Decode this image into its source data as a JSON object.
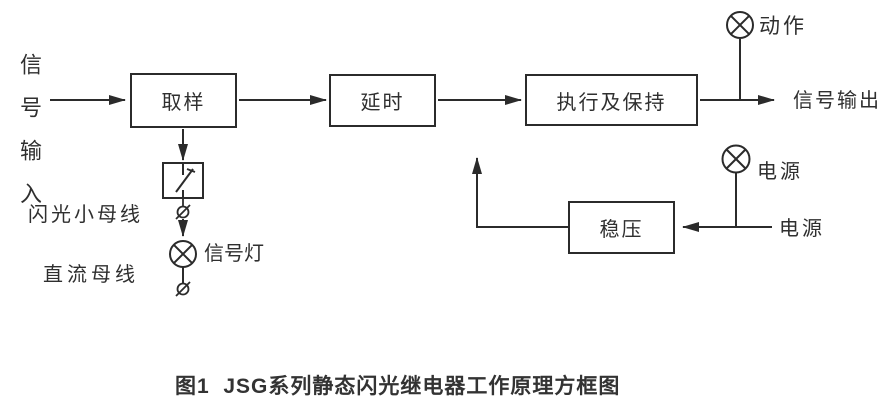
{
  "canvas": {
    "background": "#ffffff",
    "line_color": "#2b2b2b",
    "text_color": "#2f2f2f"
  },
  "blocks": {
    "sampling": "取样",
    "delay": "延时",
    "execute_hold": "执行及保持",
    "regulator": "稳压"
  },
  "labels": {
    "signal_input": "信号输入",
    "flash_bus": "闪光小母线",
    "dc_bus": "直流母线",
    "signal_lamp": "信号灯",
    "action": "动作",
    "power_lamp": "电源",
    "power_source": "电源",
    "signal_output": "信号输出"
  },
  "icons": {
    "lamp": "circle-with-x-indicator-lamp",
    "terminal": "terminal-connection-point",
    "contact": "switch-contact-in-box"
  },
  "caption": "图1  JSG系列静态闪光继电器工作原理方框图"
}
